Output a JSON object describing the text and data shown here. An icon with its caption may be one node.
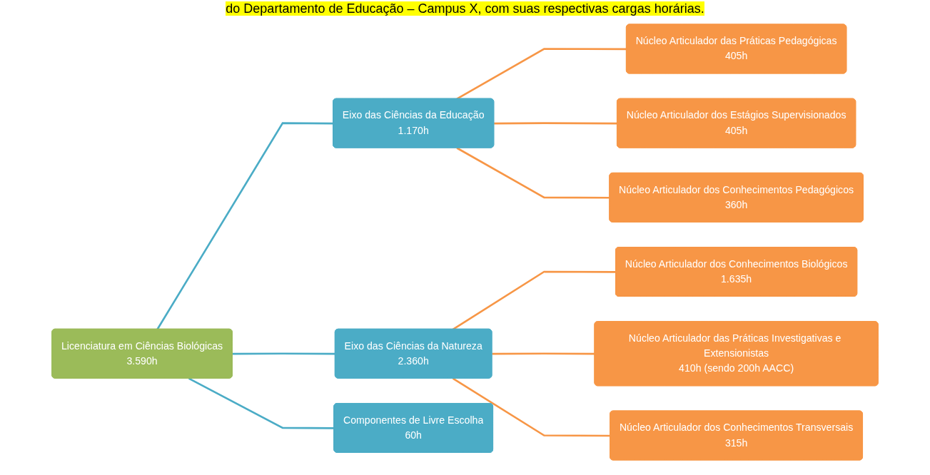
{
  "diagram": {
    "caption": "do Departamento de Educação – Campus X, com suas respectivas cargas horárias.",
    "nodes": [
      {
        "text": [
          "Licenciatura em Ciências Biológicas",
          "3.590h"
        ]
      },
      {
        "text": [
          "Eixo das Ciências da Educação",
          "1.170h"
        ]
      },
      {
        "text": [
          "Eixo das Ciências da Natureza",
          "2.360h"
        ]
      },
      {
        "text": [
          "Componentes de Livre Escolha",
          "60h"
        ]
      },
      {
        "text": [
          "Núcleo Articulador das Práticas Pedagógicas",
          "405h"
        ]
      },
      {
        "text": [
          "Núcleo Articulador dos Estágios Supervisionados",
          "405h"
        ]
      },
      {
        "text": [
          "Núcleo Articulador dos Conhecimentos Pedagógicos",
          "360h"
        ]
      },
      {
        "text": [
          "Núcleo Articulador dos Conhecimentos Biológicos",
          "1.635h"
        ]
      },
      {
        "text": [
          "Núcleo Articulador das Práticas Investigativas e Extensionistas",
          "410h (sendo 200h AACC)"
        ]
      },
      {
        "text": [
          "Núcleo Articulador dos Conhecimentos Transversais",
          "315h"
        ]
      }
    ],
    "edges": [
      {
        "from": 0,
        "to": 1,
        "arrow": "none",
        "color": "#4bacc6"
      },
      {
        "from": 0,
        "to": 2,
        "arrow": "none",
        "color": "#4bacc6"
      },
      {
        "from": 0,
        "to": 3,
        "arrow": "none",
        "color": "#4bacc6"
      },
      {
        "from": 1,
        "to": 4,
        "arrow": "none"
      },
      {
        "from": 1,
        "to": 5,
        "arrow": "none"
      },
      {
        "from": 1,
        "to": 6,
        "arrow": "none"
      },
      {
        "from": 2,
        "to": 7,
        "arrow": "none"
      },
      {
        "from": 2,
        "to": 8,
        "arrow": "none"
      },
      {
        "from": 2,
        "to": 9,
        "arrow": "none"
      }
    ]
  }
}
